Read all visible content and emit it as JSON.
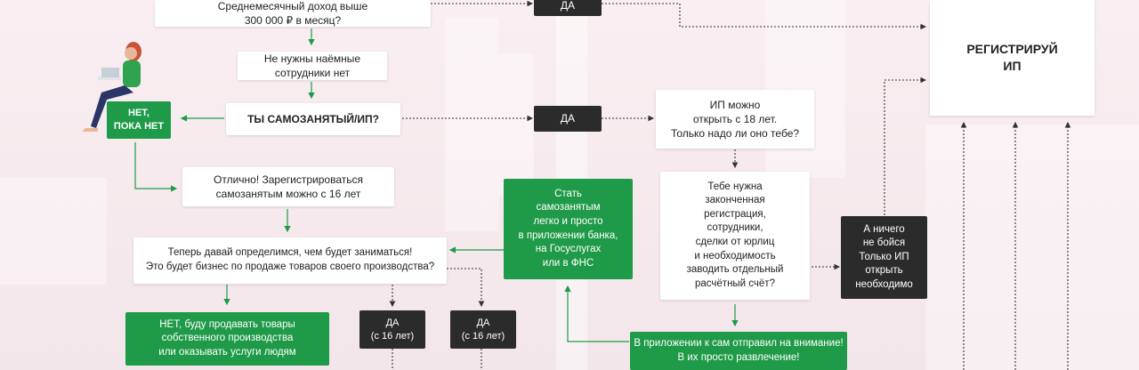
{
  "colors": {
    "green": "#1f9a48",
    "dark": "#2b2b2b",
    "white": "#ffffff",
    "background": "#f6e9ed",
    "line_green": "#1f9a48",
    "line_dark": "#333333"
  },
  "nodes": {
    "income_check": "Среднемесячный доход выше\n300 000 ₽ в месяц?",
    "no_hired_staff": "Не нужны наёмные сотрудники нет",
    "self_employed_question": "ТЫ САМОЗАНЯТЫЙ/ИП?",
    "no_badge": "НЕТ,\nПОКА НЕТ",
    "you_can_register": "Отлично! Зарегистрироваться\nсамозанятым можно с 16 лет",
    "now_lets_define": "Теперь давай определимся, чем будет заниматься!\nЭто будет бизнес по продаже товаров своего производства?",
    "green_bottom_left": "НЕТ, буду продавать товары\nсобственного производства\nили оказывать услуги людям",
    "da_bottom_1": "ДА\n(с 16 лет)",
    "da_bottom_2": "ДА\n(с 16 лет)",
    "da_top": "ДА",
    "da_mid": "ДА",
    "green_center": "Стать\nсамозанятым\nлегко и просто\nв приложении банка,\nна Госуслугах\nили в ФНС",
    "ip_age_question": "ИП можно\nоткрыть с 18 лет.\nТолько надо ли оно тебе?",
    "register_question": "Тебе нужна\nзаконченная\nрегистрация,\nсотрудники,\nсделки от юрлиц\nи необходимость\nзаводить отдельный\nрасчётный счёт?",
    "dark_right": "А ничего\nне бойся\nТолько ИП\nоткрыть\nнеобходимо",
    "register_ip": "РЕГИСТРИРУЙ\nИП",
    "green_bottom_right": "В приложении к сам отправил на внимание!\nВ их просто развлечение!"
  }
}
